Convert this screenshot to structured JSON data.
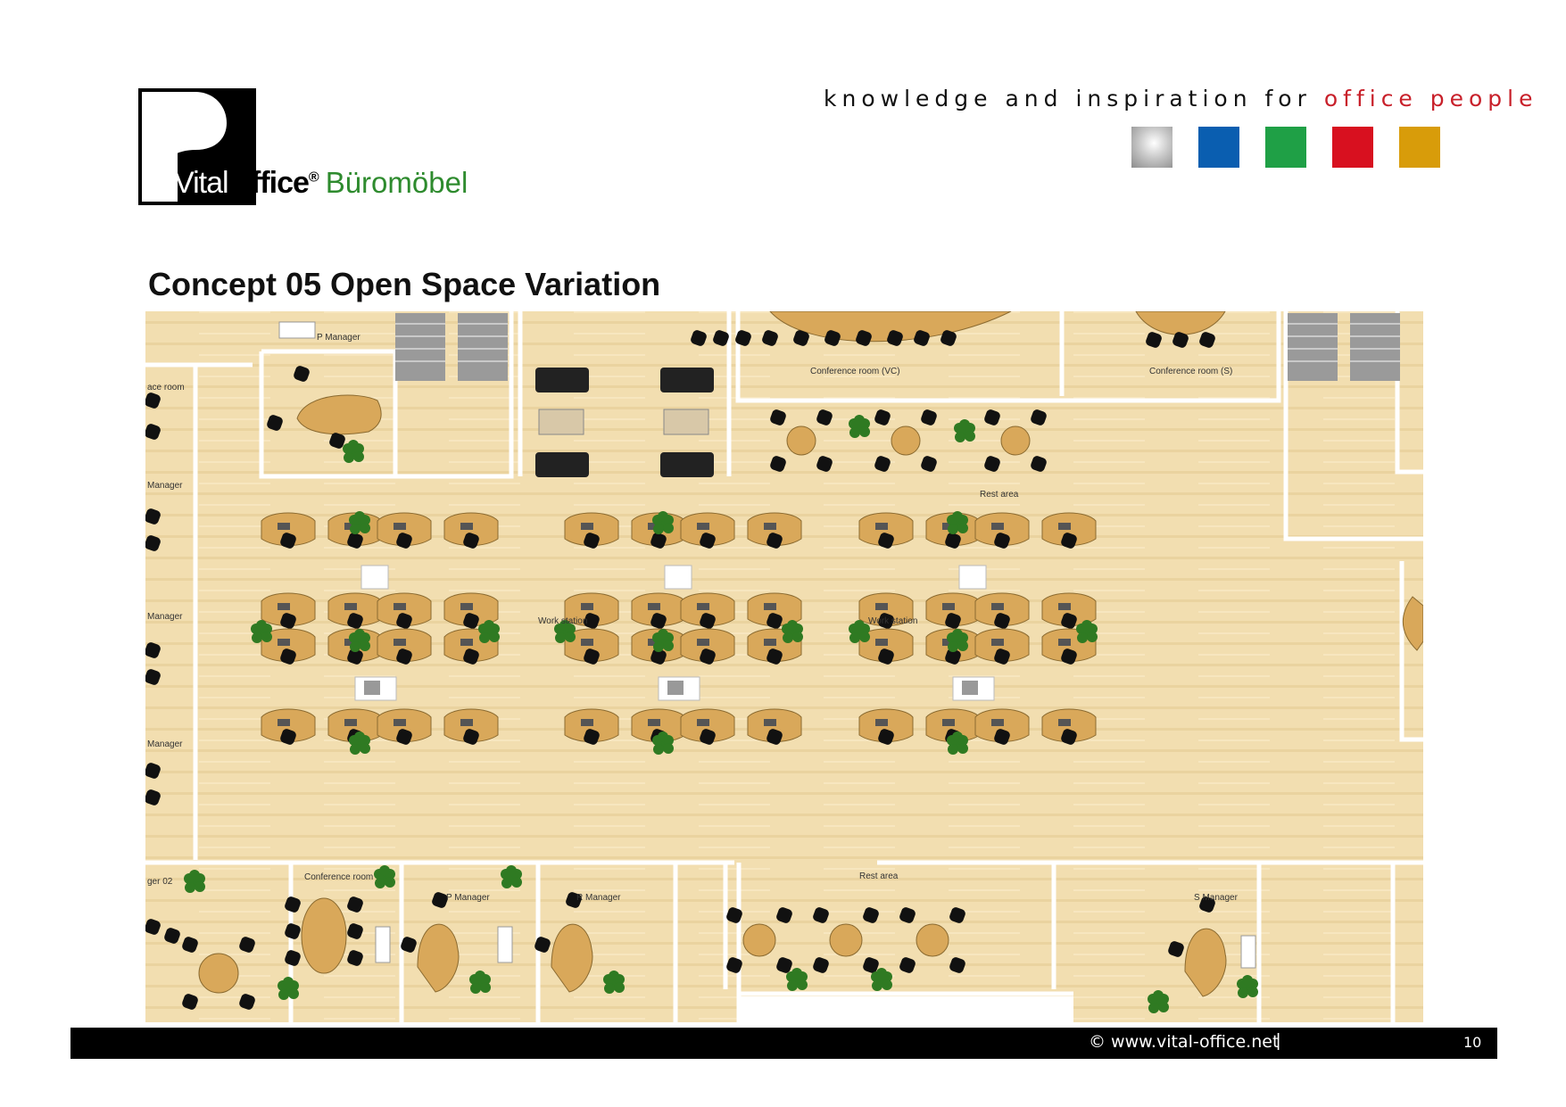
{
  "header": {
    "logo": {
      "word1": "Vital",
      "word2": "Office",
      "reg": "®",
      "suffix": "Büromöbel"
    },
    "tagline": {
      "text": "knowledge and inspiration for",
      "accent": "office people"
    },
    "swatches": [
      {
        "name": "silver",
        "color": "#b8b8b8"
      },
      {
        "name": "blue",
        "color": "#0a5eb0"
      },
      {
        "name": "green",
        "color": "#1fa046"
      },
      {
        "name": "red",
        "color": "#d8101f"
      },
      {
        "name": "gold",
        "color": "#d89c0a"
      }
    ]
  },
  "title": "Concept 05 Open Space Variation",
  "plan": {
    "colors": {
      "floor": "#f2deb0",
      "desk": "#d9a85a",
      "chair": "#111111",
      "plant": "#2f7a22",
      "wall": "#ffffff",
      "stairs": "#9a9a9a"
    },
    "labels": {
      "manager_top": "P Manager",
      "conf_large": "Conference room (VC)",
      "conf_small": "Conference room (S)",
      "rest_top": "Rest area",
      "work1": "Work station",
      "work2": "Work station",
      "mgr_left1": "Manager",
      "mgr_left2": "Manager",
      "mgr_left3": "Manager",
      "room_left_top": "ace room",
      "bottom_left": "ger 02",
      "conf_bottom": "Conference room",
      "mgr_b1": "P Manager",
      "mgr_b2": "R Manager",
      "rest_bottom": "Rest area",
      "mgr_b3": "S Manager"
    }
  },
  "footer": {
    "copyright": "©  www.vital-office.net",
    "separator": "|",
    "page": "10"
  }
}
